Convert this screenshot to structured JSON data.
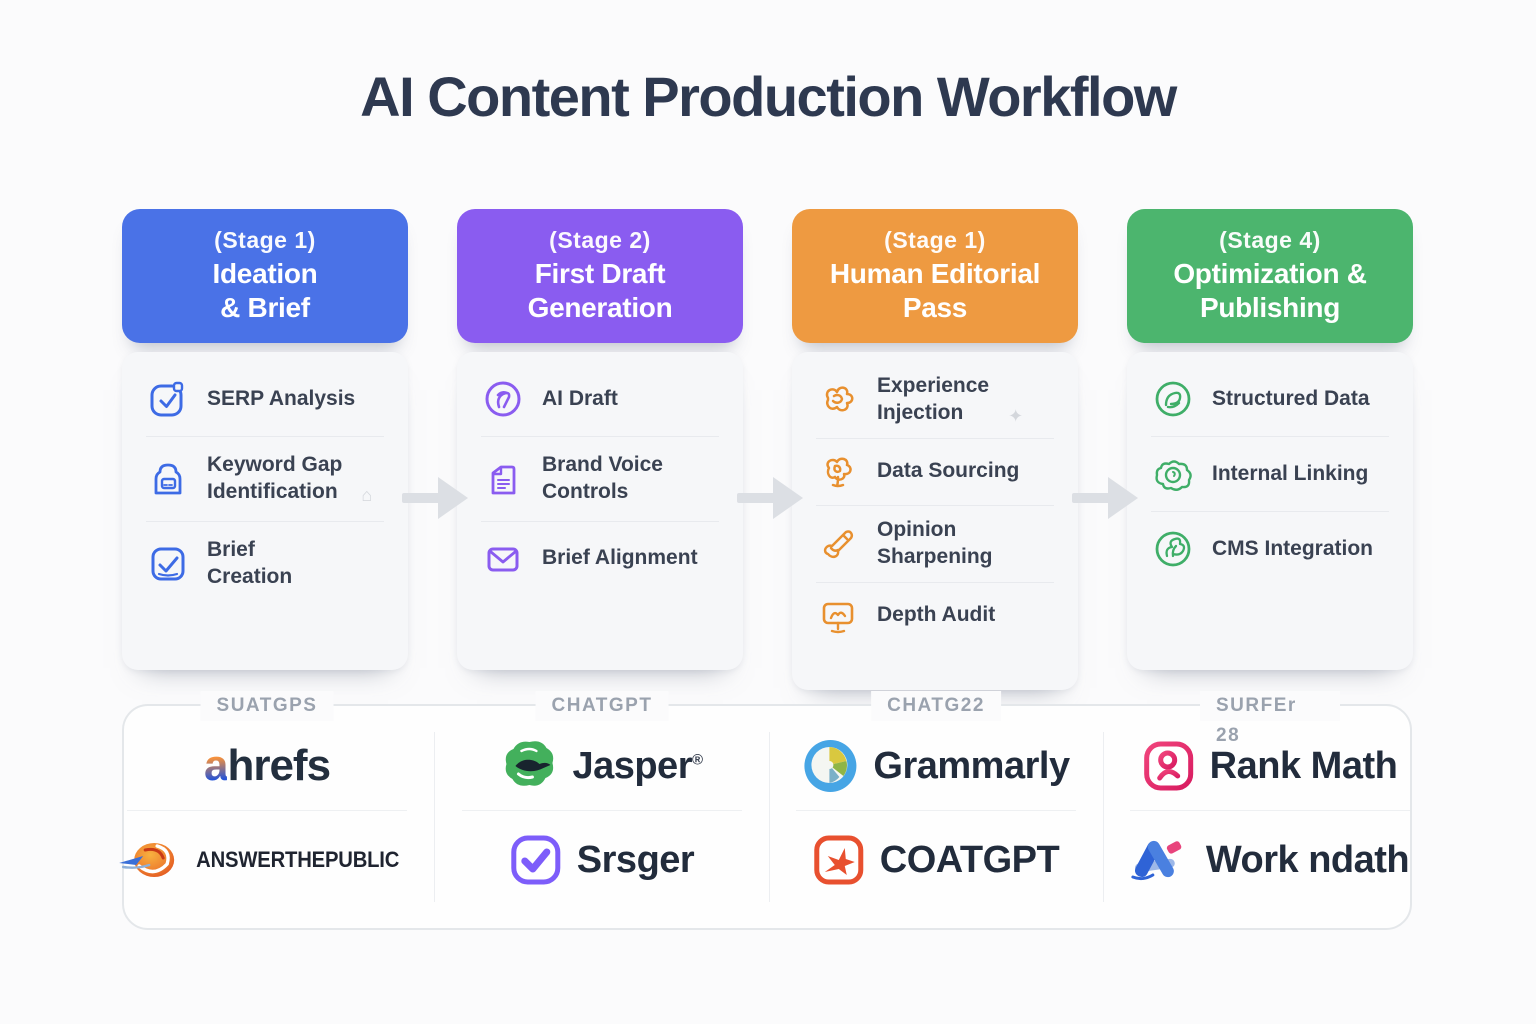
{
  "title": "AI Content Production Workflow",
  "colors": {
    "stage1_blue": "#4a72e7",
    "stage2_purple": "#8a5cf0",
    "stage3_orange": "#ee9a41",
    "stage4_green": "#4cb56e",
    "title_text": "#2e3950",
    "item_text": "#3a4252",
    "arrow_gray": "#dcdfe4",
    "group_label_gray": "#9aa2ae",
    "ahrefs_orange": "#f6913c",
    "ahrefs_blue": "#2453d8",
    "jasper_green": "#43b05c",
    "surfer_purple": "#7d5dfa",
    "grammarly_blue": "#46a5e5",
    "coatgpt_red": "#e8502f",
    "rankmath_pink": "#e91e63",
    "workndath_blue": "#2f63d6",
    "workndath_pink": "#e8447c"
  },
  "stages": [
    {
      "tag": "(Stage 1)",
      "name": "Ideation\n& Brief",
      "items": [
        {
          "label": "SERP Analysis",
          "icon": "check-badge-icon"
        },
        {
          "label": "Keyword Gap\nIdentification",
          "icon": "keyword-lock-icon",
          "ghost_icon": "⌂"
        },
        {
          "label": "Brief\nCreation",
          "icon": "check-note-icon"
        }
      ]
    },
    {
      "tag": "(Stage 2)",
      "name": "First Draft\nGeneration",
      "items": [
        {
          "label": "AI Draft",
          "icon": "pen-circle-icon"
        },
        {
          "label": "Brand Voice\nControls",
          "icon": "document-icon"
        },
        {
          "label": "Brief Alignment",
          "icon": "envelope-icon"
        }
      ]
    },
    {
      "tag": "(Stage 1)",
      "name": "Human Editorial\nPass",
      "items": [
        {
          "label": "Experience\nInjection",
          "icon": "scribble-cluster-icon",
          "ghost_icon": "✦"
        },
        {
          "label": "Data Sourcing",
          "icon": "scribble-flower-icon"
        },
        {
          "label": "Opinion\nSharpening",
          "icon": "scribble-wave-icon"
        },
        {
          "label": "Depth Audit",
          "icon": "scribble-monitor-icon"
        }
      ]
    },
    {
      "tag": "(Stage 4)",
      "name": "Optimization &\nPublishing",
      "items": [
        {
          "label": "Structured Data",
          "icon": "leaf-circle-icon"
        },
        {
          "label": "Internal Linking",
          "icon": "link-camera-icon"
        },
        {
          "label": "CMS Integration",
          "icon": "branch-circle-icon"
        }
      ]
    }
  ],
  "tools": {
    "group_labels": [
      "SUATGPS",
      "CHATGPT",
      "CHATG22",
      "SURFEr 28"
    ],
    "logos": [
      {
        "name": "ahrefs",
        "name_first_letter": "a",
        "name_rest": "hrefs",
        "icon": "ahrefs-wordmark"
      },
      {
        "name": "ANSWERTHEPUBLIC",
        "icon": "answerthepublic-swirl-icon"
      },
      {
        "name": "Jasper",
        "mark": "®",
        "icon": "jasper-blob-icon"
      },
      {
        "name": "Srsger",
        "icon": "check-square-icon"
      },
      {
        "name": "Grammarly",
        "icon": "grammarly-circle-icon"
      },
      {
        "name": "COATGPT",
        "icon": "star-square-icon"
      },
      {
        "name": "Rank Math",
        "icon": "rankmath-square-icon"
      },
      {
        "name": "Work ndath",
        "icon": "cross-flower-icon"
      }
    ]
  }
}
